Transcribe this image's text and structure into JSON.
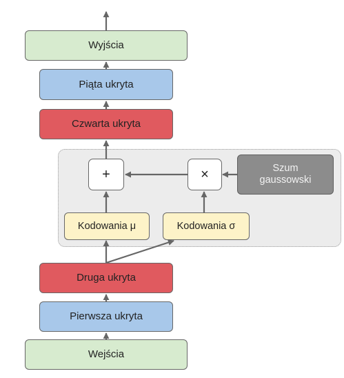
{
  "diagram": {
    "nodes": {
      "outputs": "Wyjścia",
      "fifth_hidden": "Piąta ukryta",
      "fourth_hidden": "Czwarta ukryta",
      "plus": "+",
      "times": "×",
      "noise_line1": "Szum",
      "noise_line2": "gaussowski",
      "coding_mu": "Kodowania μ",
      "coding_sigma": "Kodowania σ",
      "second_hidden": "Druga ukryta",
      "first_hidden": "Pierwsza ukryta",
      "inputs": "Wejścia"
    },
    "edges": [
      {
        "from": "inputs",
        "to": "first_hidden"
      },
      {
        "from": "first_hidden",
        "to": "second_hidden"
      },
      {
        "from": "second_hidden",
        "to": "coding_mu"
      },
      {
        "from": "second_hidden",
        "to": "coding_sigma"
      },
      {
        "from": "coding_mu",
        "to": "plus"
      },
      {
        "from": "coding_sigma",
        "to": "times"
      },
      {
        "from": "noise",
        "to": "times"
      },
      {
        "from": "times",
        "to": "plus"
      },
      {
        "from": "plus",
        "to": "fourth_hidden"
      },
      {
        "from": "fourth_hidden",
        "to": "fifth_hidden"
      },
      {
        "from": "fifth_hidden",
        "to": "outputs"
      },
      {
        "from": "outputs",
        "to": "output_arrow"
      }
    ],
    "colors": {
      "green": "#d7ebcf",
      "blue": "#a8c8ea",
      "red": "#e05a5f",
      "yellow": "#fdf3c8",
      "gray": "#8c8c8c",
      "arrow": "#666666"
    }
  }
}
